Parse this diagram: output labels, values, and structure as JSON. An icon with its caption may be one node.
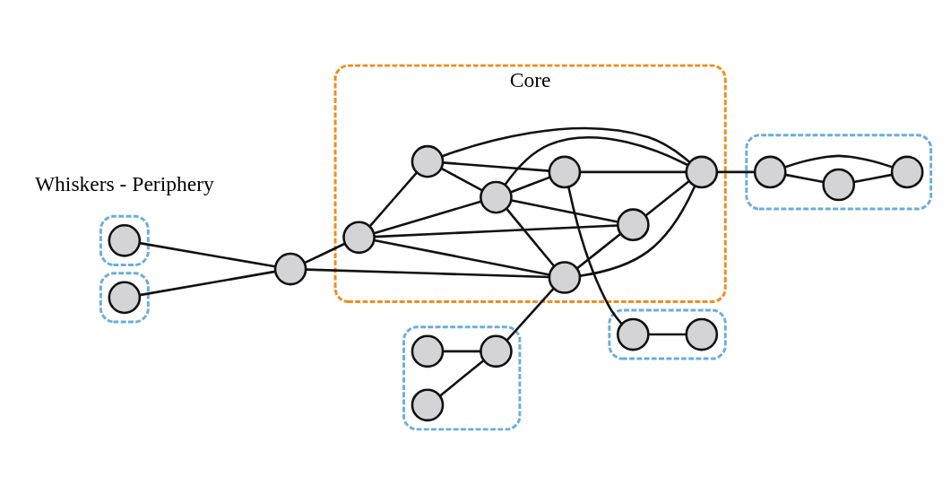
{
  "diagram": {
    "nodes": [
      {
        "text": [],
        "shape": "outline"
      },
      {
        "text": [],
        "shape": "circle",
        "in": 0
      },
      {
        "text": [],
        "shape": "outline"
      },
      {
        "text": [],
        "shape": "circle",
        "in": 2
      },
      {
        "text": [],
        "shape": "circle"
      },
      {
        "text": [],
        "shape": "outline"
      },
      {
        "text": [],
        "shape": "circle",
        "in": 5
      },
      {
        "text": [],
        "shape": "circle",
        "in": 5
      },
      {
        "text": [],
        "shape": "circle",
        "in": 5
      },
      {
        "text": [
          "Core"
        ]
      },
      {
        "text": [],
        "shape": "circle",
        "in": 9
      },
      {
        "text": [],
        "shape": "circle",
        "in": 9
      },
      {
        "text": [],
        "shape": "circle",
        "in": 9
      },
      {
        "text": [],
        "shape": "circle",
        "in": 9
      },
      {
        "text": [],
        "shape": "circle",
        "in": 9
      },
      {
        "text": [],
        "shape": "circle",
        "in": 9
      },
      {
        "text": [],
        "shape": "circle",
        "in": 9
      },
      {
        "text": [],
        "shape": "outline"
      },
      {
        "text": [],
        "shape": "circle",
        "in": 17
      },
      {
        "text": [],
        "shape": "circle",
        "in": 17
      },
      {
        "text": [],
        "shape": "outline"
      },
      {
        "text": [],
        "shape": "circle",
        "in": 20
      },
      {
        "text": [],
        "shape": "circle",
        "in": 20
      },
      {
        "text": [],
        "shape": "circle",
        "in": 20
      }
    ],
    "edges": [
      {
        "from": 1,
        "to": 4,
        "arrow": "none"
      },
      {
        "from": 3,
        "to": 4,
        "arrow": "none"
      },
      {
        "from": 6,
        "to": 8,
        "arrow": "none"
      },
      {
        "from": 7,
        "to": 8,
        "arrow": "none"
      },
      {
        "from": 4,
        "to": 10,
        "arrow": "none"
      },
      {
        "from": 4,
        "to": 12,
        "arrow": "none"
      },
      {
        "from": 8,
        "to": 12,
        "arrow": "none"
      },
      {
        "from": 10,
        "to": 11,
        "arrow": "none"
      },
      {
        "from": 10,
        "to": 12,
        "arrow": "none"
      },
      {
        "from": 10,
        "to": 13,
        "arrow": "none"
      },
      {
        "from": 10,
        "to": 16,
        "arrow": "none"
      },
      {
        "from": 11,
        "to": 13,
        "arrow": "none"
      },
      {
        "from": 11,
        "to": 14,
        "arrow": "none"
      },
      {
        "from": 11,
        "to": 15,
        "arrow": "none"
      },
      {
        "from": 13,
        "to": 14,
        "arrow": "none"
      },
      {
        "from": 13,
        "to": 12,
        "arrow": "none"
      },
      {
        "from": 13,
        "to": 16,
        "arrow": "none"
      },
      {
        "from": 13,
        "to": 15,
        "arrow": "none"
      },
      {
        "from": 14,
        "to": 15,
        "arrow": "none"
      },
      {
        "from": 12,
        "to": 15,
        "arrow": "none"
      },
      {
        "from": 12,
        "to": 16,
        "arrow": "none"
      },
      {
        "from": 16,
        "to": 15,
        "arrow": "none"
      },
      {
        "from": 14,
        "to": 18,
        "arrow": "none"
      },
      {
        "from": 18,
        "to": 19,
        "arrow": "none"
      },
      {
        "from": 15,
        "to": 21,
        "arrow": "none"
      },
      {
        "from": 21,
        "to": 22,
        "arrow": "none"
      },
      {
        "from": 21,
        "to": 23,
        "arrow": "none"
      },
      {
        "from": 22,
        "to": 23,
        "arrow": "none"
      }
    ],
    "labels": [
      "Whiskers - Periphery"
    ]
  }
}
